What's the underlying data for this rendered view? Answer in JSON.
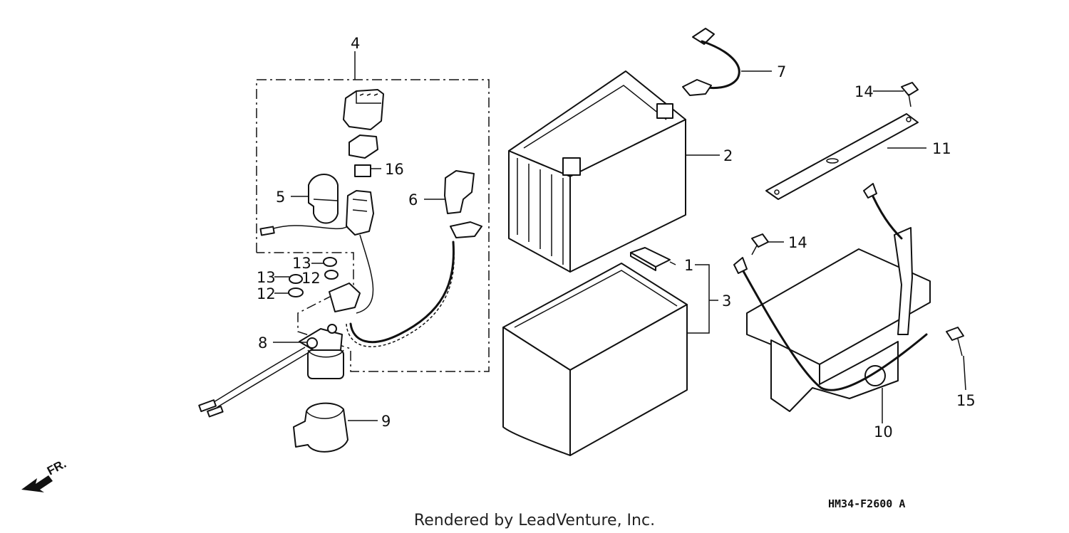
{
  "diagram": {
    "drawing_code": "HM34-F2600 A",
    "credit": "Rendered by LeadVenture, Inc.",
    "direction_label": "FR.",
    "callouts": {
      "c1": "1",
      "c2": "2",
      "c3": "3",
      "c4": "4",
      "c5": "5",
      "c6": "6",
      "c7": "7",
      "c8": "8",
      "c9": "9",
      "c10": "10",
      "c11": "11",
      "c12a": "12",
      "c12b": "12",
      "c13a": "13",
      "c13b": "13",
      "c14a": "14",
      "c14b": "14",
      "c15": "15",
      "c16": "16"
    }
  }
}
